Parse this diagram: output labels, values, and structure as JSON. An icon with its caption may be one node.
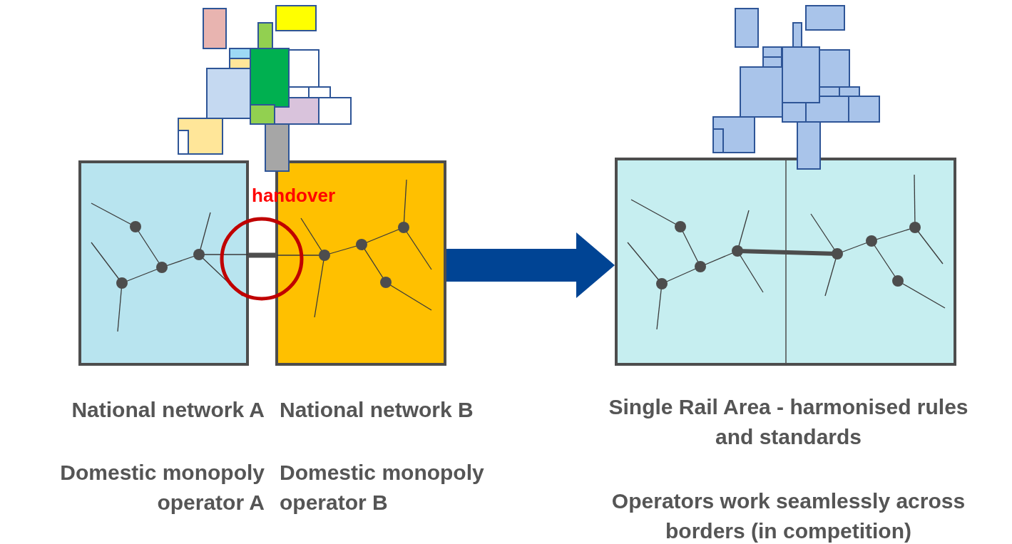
{
  "diagram": {
    "nodes": [
      {
        "text": [
          "National network A",
          "Domestic monopoly operator A"
        ]
      },
      {
        "text": [
          "National network B",
          "Domestic monopoly operator B"
        ]
      },
      {
        "text": [
          "Single Rail Area - harmonised rules and standards",
          "Operators work seamlessly across borders (in competition)"
        ]
      }
    ],
    "edges": [
      {
        "from": 0,
        "to": 1,
        "arrow": "none"
      },
      {
        "from": 1,
        "to": 2,
        "arrow": "to",
        "style": "thick",
        "color": "#004494"
      }
    ],
    "labels": [
      "handover"
    ]
  }
}
